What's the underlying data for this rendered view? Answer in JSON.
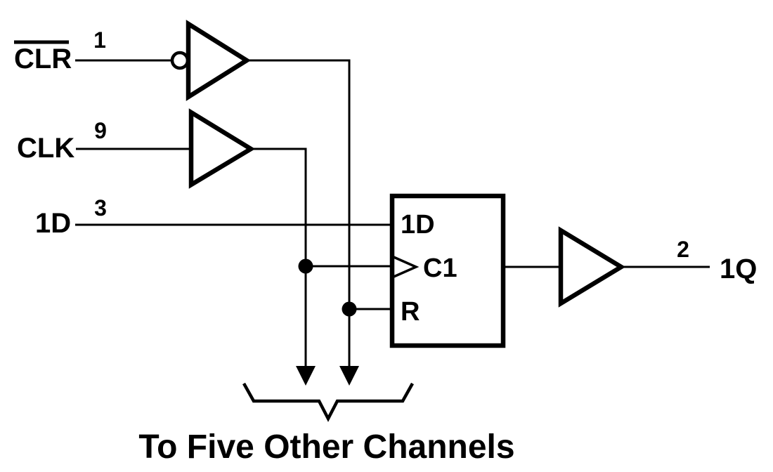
{
  "colors": {
    "ink": "#000000",
    "paper": "#ffffff"
  },
  "inputs": [
    {
      "label": "CLR",
      "pin": "1",
      "active_low": true
    },
    {
      "label": "CLK",
      "pin": "9",
      "active_low": false
    },
    {
      "label": "1D",
      "pin": "3",
      "active_low": false
    }
  ],
  "flip_flop": {
    "d": "1D",
    "clock": "C1",
    "reset": "R"
  },
  "output": {
    "label": "1Q",
    "pin": "2"
  },
  "caption": "To Five Other Channels"
}
